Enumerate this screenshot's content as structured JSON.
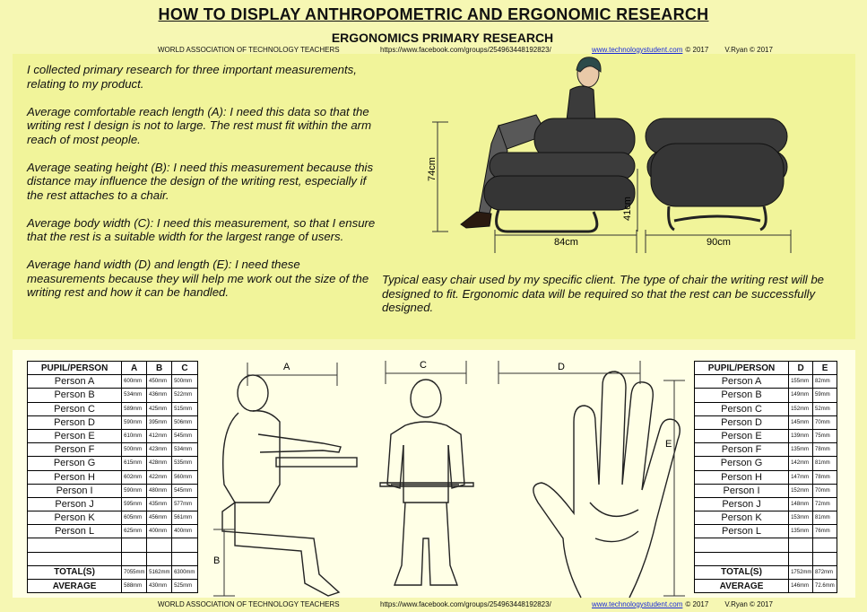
{
  "header": {
    "title": "HOW TO DISPLAY ANTHROPOMETRIC AND ERGONOMIC RESEARCH",
    "subtitle": "ERGONOMICS PRIMARY RESEARCH"
  },
  "credits": {
    "org": "WORLD ASSOCIATION OF TECHNOLOGY TEACHERS",
    "facebook": "https://www.facebook.com/groups/254963448192823/",
    "site": "www.technologystudent.com",
    "copy1": "© 2017",
    "copy2": "V.Ryan © 2017"
  },
  "intro": {
    "p1": "I collected primary research for three important measurements, relating to my product.",
    "p2": "Average comfortable reach length (A): I need this data so that the writing rest I design is not to large. The rest must fit within the arm reach of most people.",
    "p3": "Average seating height (B): I need this measurement because this distance may influence the design of the writing rest, especially if the rest attaches to a chair.",
    "p4": "Average body width (C): I need this measurement, so that I ensure that the rest is a suitable width for the largest range of users.",
    "p5": "Average hand width (D) and length (E): I need these measurements because they will help me work out the size of the writing rest and how it can be handled."
  },
  "caption": "Typical easy chair used by my specific client. The type of chair the writing rest will be designed to fit. Ergonomic data will be required so that the rest can be successfully designed.",
  "chair_dims": {
    "height": "74cm",
    "seat": "41cm",
    "depth": "84cm",
    "width": "90cm"
  },
  "figure_labels": {
    "a": "A",
    "b": "B",
    "c": "C",
    "d": "D",
    "e": "E"
  },
  "left_table": {
    "headers": [
      "PUPIL/PERSON",
      "A",
      "B",
      "C"
    ],
    "rows": [
      [
        "Person A",
        "600mm",
        "450mm",
        "500mm"
      ],
      [
        "Person B",
        "534mm",
        "436mm",
        "522mm"
      ],
      [
        "Person C",
        "589mm",
        "425mm",
        "515mm"
      ],
      [
        "Person D",
        "590mm",
        "395mm",
        "506mm"
      ],
      [
        "Person E",
        "610mm",
        "412mm",
        "545mm"
      ],
      [
        "Person F",
        "500mm",
        "423mm",
        "534mm"
      ],
      [
        "Person G",
        "615mm",
        "428mm",
        "535mm"
      ],
      [
        "Person H",
        "602mm",
        "422mm",
        "560mm"
      ],
      [
        "Person I",
        "590mm",
        "480mm",
        "545mm"
      ],
      [
        "Person J",
        "595mm",
        "435mm",
        "577mm"
      ],
      [
        "Person K",
        "605mm",
        "456mm",
        "561mm"
      ],
      [
        "Person L",
        "625mm",
        "400mm",
        "400mm"
      ]
    ],
    "total_label": "TOTAL(S)",
    "totals": [
      "7055mm",
      "5162mm",
      "6300mm"
    ],
    "average_label": "AVERAGE",
    "averages": [
      "588mm",
      "430mm",
      "525mm"
    ]
  },
  "right_table": {
    "headers": [
      "PUPIL/PERSON",
      "D",
      "E"
    ],
    "rows": [
      [
        "Person A",
        "155mm",
        "82mm"
      ],
      [
        "Person B",
        "149mm",
        "59mm"
      ],
      [
        "Person C",
        "152mm",
        "52mm"
      ],
      [
        "Person D",
        "145mm",
        "70mm"
      ],
      [
        "Person E",
        "139mm",
        "75mm"
      ],
      [
        "Person F",
        "135mm",
        "78mm"
      ],
      [
        "Person G",
        "142mm",
        "81mm"
      ],
      [
        "Person H",
        "147mm",
        "78mm"
      ],
      [
        "Person I",
        "152mm",
        "70mm"
      ],
      [
        "Person J",
        "148mm",
        "72mm"
      ],
      [
        "Person K",
        "153mm",
        "81mm"
      ],
      [
        "Person L",
        "135mm",
        "76mm"
      ]
    ],
    "total_label": "TOTAL(S)",
    "totals": [
      "1752mm",
      "872mm"
    ],
    "average_label": "AVERAGE",
    "averages": [
      "146mm",
      "72.6mm"
    ]
  }
}
